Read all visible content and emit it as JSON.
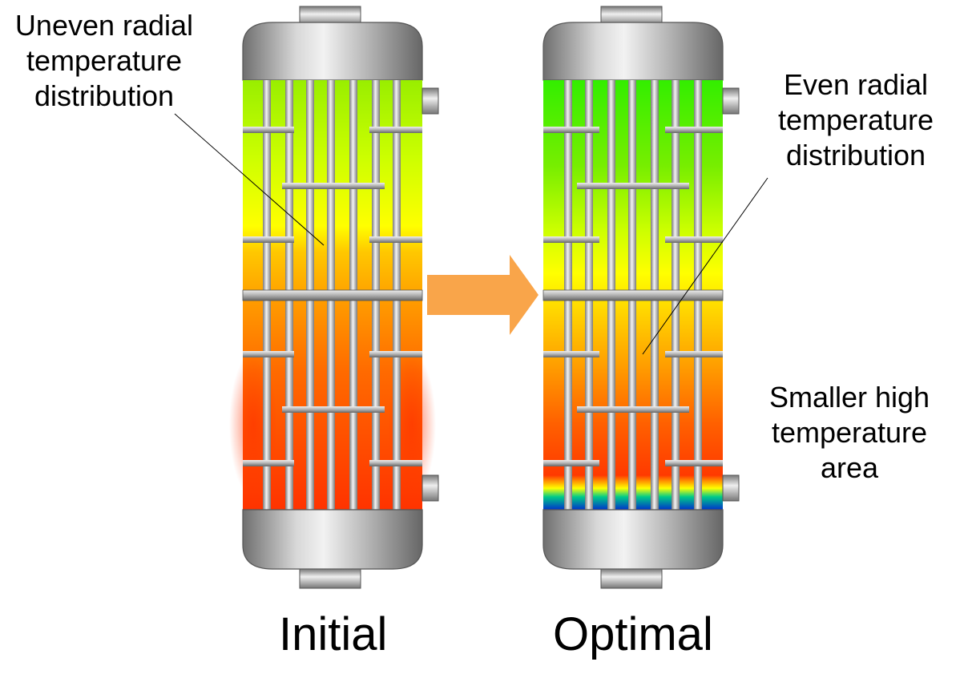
{
  "annotations": {
    "left": [
      "Uneven radial",
      "temperature",
      "distribution"
    ],
    "right_top": [
      "Even radial",
      "temperature",
      "distribution"
    ],
    "right_bottom": [
      "Smaller high",
      "temperature",
      "area"
    ]
  },
  "captions": {
    "initial": "Initial",
    "optimal": "Optimal"
  },
  "colors": {
    "hot": "#ff3300",
    "warm": "#ff8c00",
    "yellow": "#ffff00",
    "green": "#33ee00",
    "arrow": "#f9a54a",
    "steel": "#a9a9a9"
  }
}
